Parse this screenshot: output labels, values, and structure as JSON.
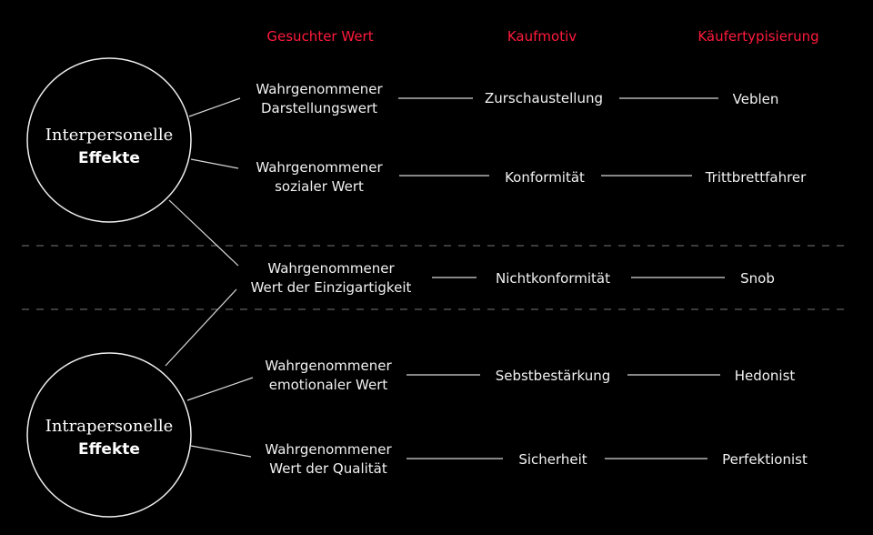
{
  "headers": {
    "value": "Gesuchter Wert",
    "motive": "Kaufmotiv",
    "buyer_type": "Käufertypisierung"
  },
  "circles": [
    {
      "line1": "Interpersonelle",
      "line2": "Effekte"
    },
    {
      "line1": "Intrapersonelle",
      "line2": "Effekte"
    }
  ],
  "rows": [
    {
      "value_line1": "Wahrgenommener",
      "value_line2": "Darstellungswert",
      "motive": "Zurschaustellung",
      "buyer_type": "Veblen"
    },
    {
      "value_line1": "Wahrgenommener",
      "value_line2": "sozialer Wert",
      "motive": "Konformität",
      "buyer_type": "Trittbrettfahrer"
    },
    {
      "value_line1": "Wahrgenommener",
      "value_line2": "Wert der Einzigartigkeit",
      "motive": "Nichtkonformität",
      "buyer_type": "Snob"
    },
    {
      "value_line1": "Wahrgenommener",
      "value_line2": "emotionaler Wert",
      "motive": "Sebstbestärkung",
      "buyer_type": "Hedonist"
    },
    {
      "value_line1": "Wahrgenommener",
      "value_line2": "Wert der Qualität",
      "motive": "Sicherheit",
      "buyer_type": "Perfektionist"
    }
  ],
  "colors": {
    "background": "#000000",
    "header": "#ff1a3c",
    "text": "#f2f2f2"
  }
}
